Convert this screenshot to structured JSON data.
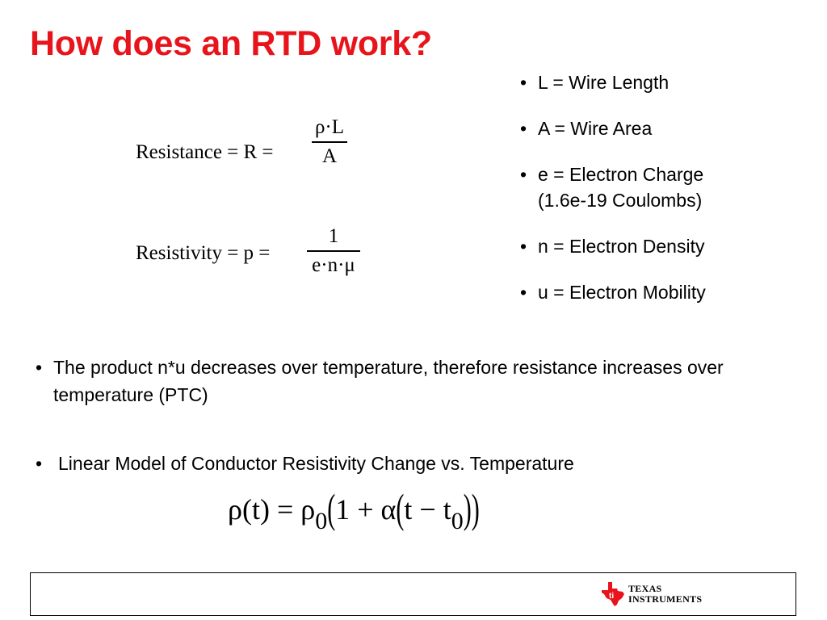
{
  "title": "How does an RTD work?",
  "equations": {
    "resistance": {
      "lhs": "Resistance = R =",
      "numerator": "ρ·L",
      "denominator": "A"
    },
    "resistivity": {
      "lhs": "Resistivity = p =",
      "numerator": "1",
      "denominator": "e·n·μ"
    },
    "linear_model": {
      "lhs": "ρ(t) = ρ",
      "sub0": "0",
      "open_paren": "(",
      "mid": "1 + α",
      "open_paren2": "(",
      "inner": "t − t",
      "sub1": "0",
      "close_parens": "))"
    }
  },
  "definitions": [
    {
      "bullet": "•",
      "text": "L = Wire Length"
    },
    {
      "bullet": "•",
      "text": "A = Wire Area"
    },
    {
      "bullet": "•",
      "text": "e = Electron Charge (1.6e-19 Coulombs)"
    },
    {
      "bullet": "•",
      "text": "n = Electron Density"
    },
    {
      "bullet": "•",
      "text": "u = Electron Mobility"
    }
  ],
  "bullets": {
    "ptc": {
      "bullet": "•",
      "text": "The product n*u decreases over temperature, therefore resistance increases over temperature (PTC)"
    },
    "linear": {
      "bullet": "•",
      "text": "Linear Model of Conductor Resistivity Change vs. Temperature"
    }
  },
  "footer": {
    "logo_line1": "TEXAS",
    "logo_line2": "INSTRUMENTS",
    "logo_color": "#e8141c"
  },
  "colors": {
    "title": "#e8141c"
  }
}
